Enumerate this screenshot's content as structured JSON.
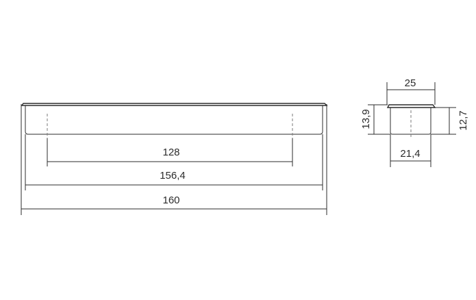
{
  "dimensions": {
    "front": {
      "hole_spacing": "128",
      "body_length": "156,4",
      "overall_length": "160"
    },
    "side": {
      "overall_width": "25",
      "body_width": "21,4",
      "overall_height": "13,9",
      "body_height": "12,7"
    }
  }
}
